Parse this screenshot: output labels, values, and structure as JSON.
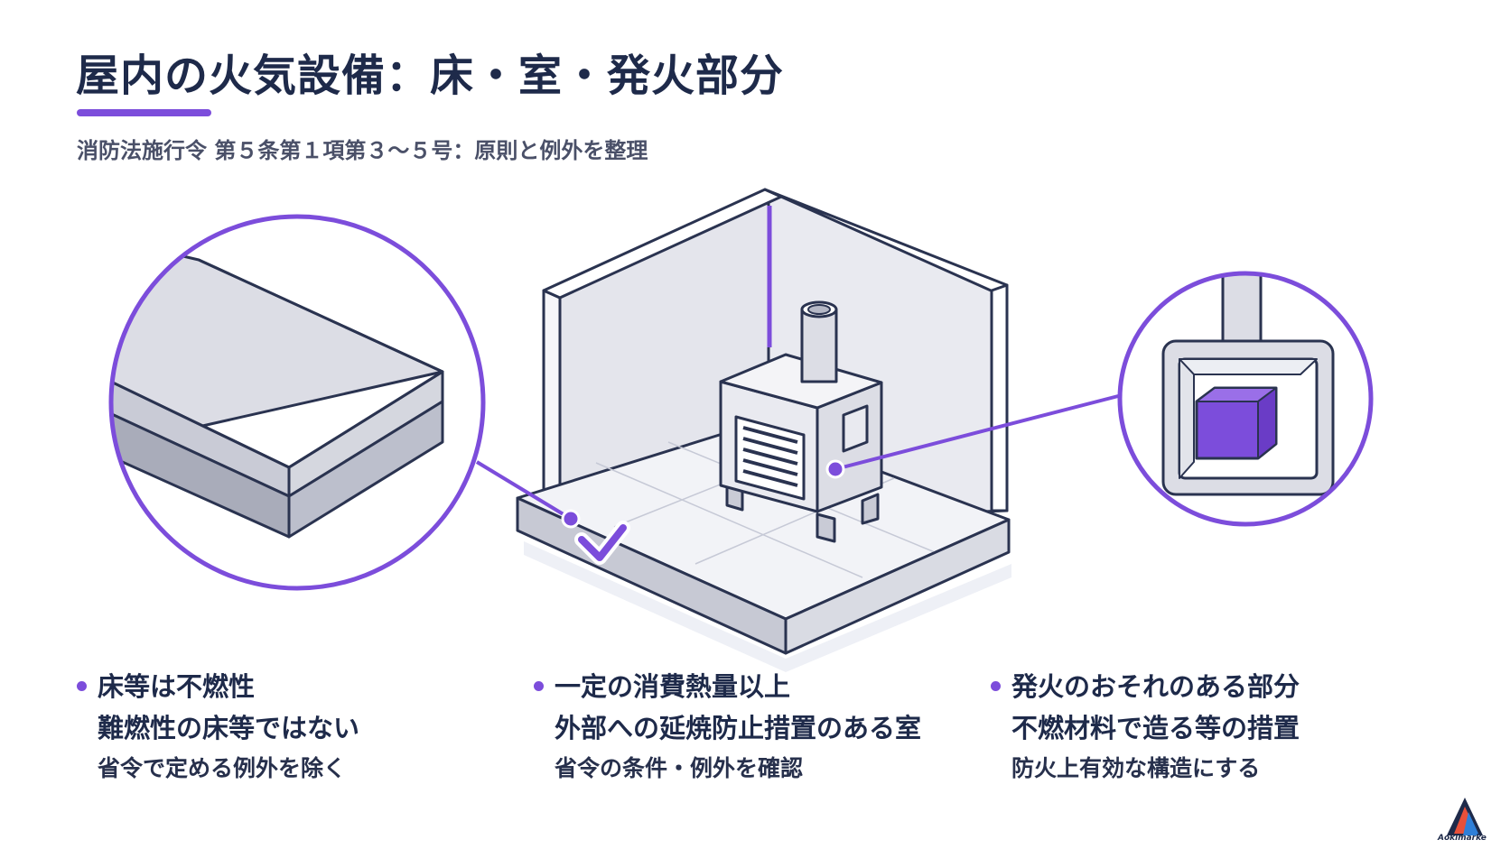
{
  "header": {
    "title": "屋内の火気設備：床・室・発火部分",
    "subtitle": "消防法施行令 第５条第１項第３～５号：原則と例外を整理"
  },
  "columns": [
    {
      "line1": "床等は不燃性",
      "line2": "難燃性の床等ではない",
      "line3": "省令で定める例外を除く"
    },
    {
      "line1": "一定の消費熱量以上",
      "line2": "外部への延焼防止措置のある室",
      "line3": "省令の条件・例外を確認"
    },
    {
      "line1": "発火のおそれのある部分",
      "line2": "不燃材料で造る等の措置",
      "line3": "防火上有効な構造にする"
    }
  ],
  "colors": {
    "accent": "#7c4ddb",
    "navy": "#1e2a4a",
    "outline": "#2a3350",
    "panel": "#e8e9ef"
  },
  "icons": {
    "bullet": "dot",
    "check": "checkmark-icon",
    "logo": "aokimarke-logo"
  },
  "logo": {
    "text": "Aokimarke"
  }
}
